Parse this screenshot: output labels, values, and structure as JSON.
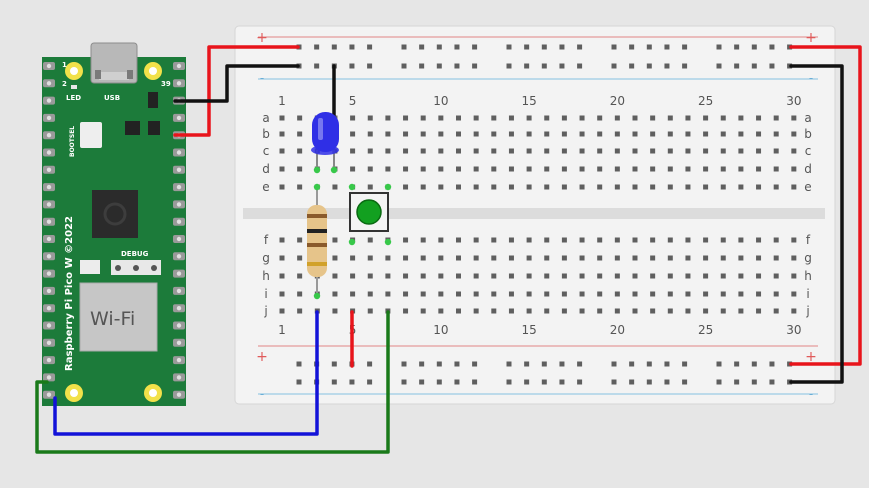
{
  "pico": {
    "pin_1": "1",
    "pin_2": "2",
    "pin_39": "39",
    "led_label": "LED",
    "usb_label": "USB",
    "bootsel_label": "BOOTSEL",
    "debug_label": "DEBUG",
    "wifi_label": "Wi-Fi",
    "board_name": "Raspberry Pi Pico W ©2022",
    "board_color": "#1c7b3a"
  },
  "breadboard": {
    "columns": [
      "1",
      "5",
      "10",
      "15",
      "20",
      "25",
      "30"
    ],
    "rows_top": [
      "a",
      "b",
      "c",
      "d",
      "e"
    ],
    "rows_bottom": [
      "f",
      "g",
      "h",
      "i",
      "j"
    ],
    "rail_plus": "+",
    "rail_minus": "-"
  },
  "components": {
    "led_color": "#2f2fe6",
    "button_color": "#12a020",
    "resistor_color": "#e6c48a"
  },
  "wires": {
    "red": "#e8141b",
    "black": "#111111",
    "blue": "#1212d8",
    "green": "#1a7a1a"
  }
}
